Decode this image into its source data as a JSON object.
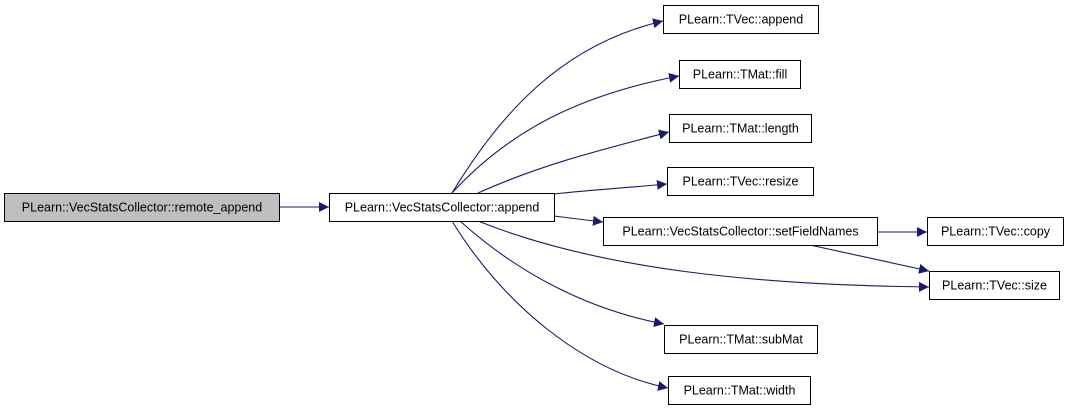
{
  "colors": {
    "edge": "#191970",
    "node_fill": "#ffffff",
    "root_fill": "#bfbfbf",
    "node_border": "#000000"
  },
  "nodes": [
    {
      "id": "remote_append",
      "label": "PLearn::VecStatsCollector::remote_append",
      "root": true
    },
    {
      "id": "append_vsc",
      "label": "PLearn::VecStatsCollector::append"
    },
    {
      "id": "tvec_append",
      "label": "PLearn::TVec::append"
    },
    {
      "id": "tmat_fill",
      "label": "PLearn::TMat::fill"
    },
    {
      "id": "tmat_length",
      "label": "PLearn::TMat::length"
    },
    {
      "id": "tvec_resize",
      "label": "PLearn::TVec::resize"
    },
    {
      "id": "setfieldnames",
      "label": "PLearn::VecStatsCollector::setFieldNames"
    },
    {
      "id": "tvec_copy",
      "label": "PLearn::TVec::copy"
    },
    {
      "id": "tvec_size",
      "label": "PLearn::TVec::size"
    },
    {
      "id": "tmat_submat",
      "label": "PLearn::TMat::subMat"
    },
    {
      "id": "tmat_width",
      "label": "PLearn::TMat::width"
    }
  ],
  "edges": [
    {
      "from": "remote_append",
      "to": "append_vsc"
    },
    {
      "from": "append_vsc",
      "to": "tvec_append"
    },
    {
      "from": "append_vsc",
      "to": "tmat_fill"
    },
    {
      "from": "append_vsc",
      "to": "tmat_length"
    },
    {
      "from": "append_vsc",
      "to": "tvec_resize"
    },
    {
      "from": "append_vsc",
      "to": "setfieldnames"
    },
    {
      "from": "append_vsc",
      "to": "tvec_size"
    },
    {
      "from": "append_vsc",
      "to": "tmat_submat"
    },
    {
      "from": "append_vsc",
      "to": "tmat_width"
    },
    {
      "from": "setfieldnames",
      "to": "tvec_copy"
    },
    {
      "from": "setfieldnames",
      "to": "tvec_size"
    }
  ]
}
